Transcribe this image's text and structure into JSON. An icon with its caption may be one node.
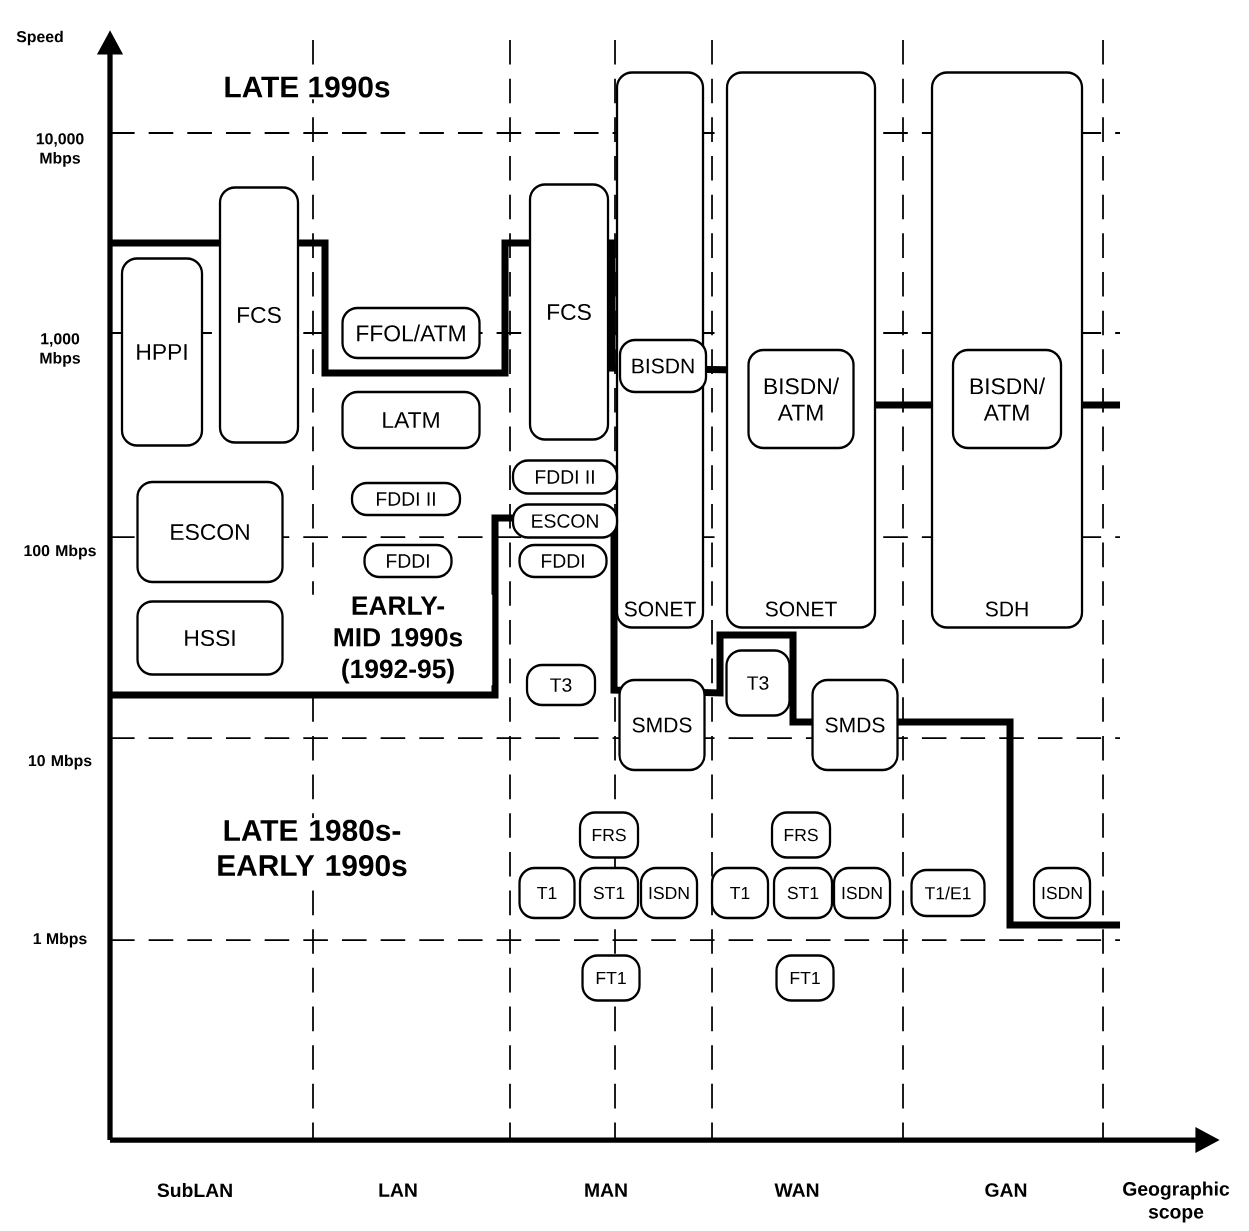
{
  "diagram": {
    "nodes": [
      {
        "text": [
          "HPPI"
        ]
      },
      {
        "text": [
          "FCS"
        ]
      },
      {
        "text": [
          "FFOL/ATM"
        ]
      },
      {
        "text": [
          "LATM"
        ]
      },
      {
        "text": [
          "ESCON"
        ]
      },
      {
        "text": [
          "FDDI II"
        ]
      },
      {
        "text": [
          "FDDI"
        ]
      },
      {
        "text": [
          "HSSI"
        ]
      },
      {
        "text": [
          "FCS"
        ]
      },
      {
        "text": [
          "SONET"
        ]
      },
      {
        "text": [
          "SONET"
        ]
      },
      {
        "text": [
          "SDH"
        ]
      },
      {
        "text": [
          "BISDN"
        ],
        "in": 9
      },
      {
        "text": [
          "BISDN/ ATM"
        ],
        "in": 10
      },
      {
        "text": [
          "BISDN/ ATM"
        ],
        "in": 11
      },
      {
        "text": [
          "FDDI II"
        ]
      },
      {
        "text": [
          "ESCON"
        ]
      },
      {
        "text": [
          "FDDI"
        ]
      },
      {
        "text": [
          "T3"
        ]
      },
      {
        "text": [
          "SMDS"
        ]
      },
      {
        "text": [
          "T3"
        ]
      },
      {
        "text": [
          "SMDS"
        ]
      },
      {
        "text": [
          "FRS"
        ]
      },
      {
        "text": [
          "FRS"
        ]
      },
      {
        "text": [
          "T1"
        ]
      },
      {
        "text": [
          "ST1"
        ]
      },
      {
        "text": [
          "ISDN"
        ]
      },
      {
        "text": [
          "T1"
        ]
      },
      {
        "text": [
          "ST1"
        ]
      },
      {
        "text": [
          "ISDN"
        ]
      },
      {
        "text": [
          "T1/E1"
        ]
      },
      {
        "text": [
          "ISDN"
        ]
      },
      {
        "text": [
          "FT1"
        ]
      },
      {
        "text": [
          "FT1"
        ]
      }
    ],
    "labels": [
      "Speed",
      "LATE 1990s",
      "10,000 Mbps",
      "1,000 Mbps",
      "100 Mbps",
      "EARLY-MID 1990s (1992-95)",
      "10 Mbps",
      "LATE 1980s- EARLY 1990s",
      "1 Mbps",
      "SubLAN",
      "LAN",
      "MAN",
      "WAN",
      "GAN",
      "Geographic scope"
    ]
  }
}
